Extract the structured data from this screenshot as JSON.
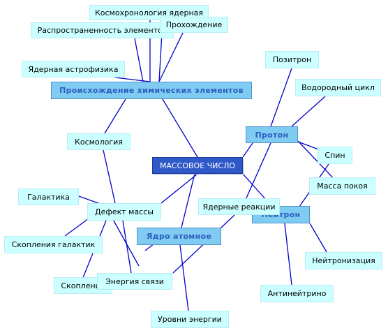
{
  "center": "МАССОВОЕ ЧИСЛО",
  "hubs": {
    "origin": "Происхождение химических элементов",
    "proton": "Протон",
    "neutron": "Нейтрон",
    "nucleus": "Ядро атомное"
  },
  "nodes": {
    "cosmochronology": "Космохронология ядерная",
    "prevalence": "Распространенность элементов",
    "passage": "Прохождение",
    "astrophysics": "Ядерная астрофизика",
    "positron": "Позитрон",
    "hydrogen_cycle": "Водородный цикл",
    "cosmology": "Космология",
    "spin": "Спин",
    "rest_mass": "Масса покоя",
    "galaxy": "Галактика",
    "mass_defect": "Дефект массы",
    "nuclear_reactions": "Ядерные реакции",
    "galaxy_clusters": "Скопления галактик",
    "neutronization": "Нейтронизация",
    "binding_energy": "Энергия связи",
    "cluster": "Скопление",
    "antineutrino": "Антинейтрино",
    "energy_levels": "Уровни энергии"
  },
  "colors": {
    "edge": "#0000cc",
    "leaf_fill": "#ccffff",
    "hub_fill": "#80cbf2",
    "hub_text": "#2c60c0",
    "center_fill": "#2f59c9"
  }
}
